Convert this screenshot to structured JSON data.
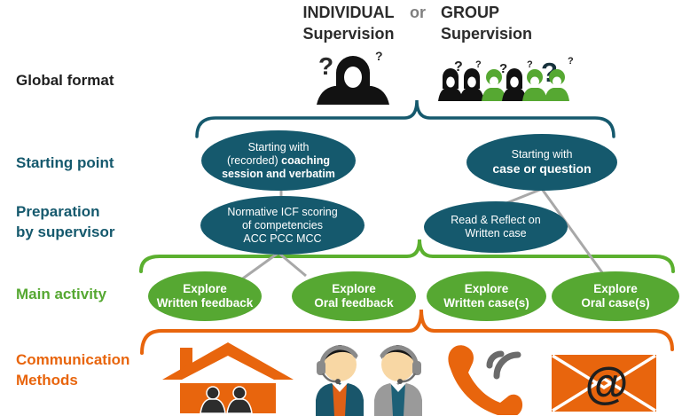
{
  "header": {
    "individual_line1": "INDIVIDUAL",
    "individual_line2": "Supervision",
    "or": "or",
    "group_line1": "GROUP",
    "group_line2": "Supervision"
  },
  "row_labels": {
    "global_format": "Global format",
    "starting_point": "Starting point",
    "preparation_line1": "Preparation",
    "preparation_line2": "by supervisor",
    "main_activity": "Main activity",
    "communication_line1": "Communication",
    "communication_line2": "Methods"
  },
  "starting_point": {
    "individual": {
      "line1": "Starting with",
      "line2_regular": "(recorded) ",
      "line2_bold": "coaching",
      "line3_bold": "session and verbatim"
    },
    "group": {
      "line1": "Starting with",
      "line2_bold": "case or question"
    }
  },
  "preparation": {
    "individual": {
      "line1": "Normative ICF scoring",
      "line2": "of competencies",
      "line3": "ACC PCC MCC"
    },
    "group": {
      "line1": "Read & Reflect on",
      "line2": "Written case"
    }
  },
  "main_activity": {
    "ovals": [
      {
        "line1": "Explore",
        "line2": "Written feedback"
      },
      {
        "line1": "Explore",
        "line2": "Oral  feedback"
      },
      {
        "line1": "Explore",
        "line2": "Written case(s)"
      },
      {
        "line1": "Explore",
        "line2": "Oral  case(s)"
      }
    ]
  },
  "icons": {
    "individual_person": "single-person-with-question-marks",
    "group_people": "six-people-with-question-marks",
    "house": "in-person-meeting-house",
    "headset_people": "two-people-with-headsets",
    "phone": "telephone-handset",
    "email": "envelope-with-at-sign"
  },
  "glyphs": {
    "question_mark": "?",
    "at_sign": "@"
  },
  "colors": {
    "teal": "#15596d",
    "green": "#56a832",
    "orange": "#e8650d",
    "gray_connector": "#a8a8a8",
    "or_gray": "#7f7f7f",
    "black": "#1f1f1f"
  }
}
